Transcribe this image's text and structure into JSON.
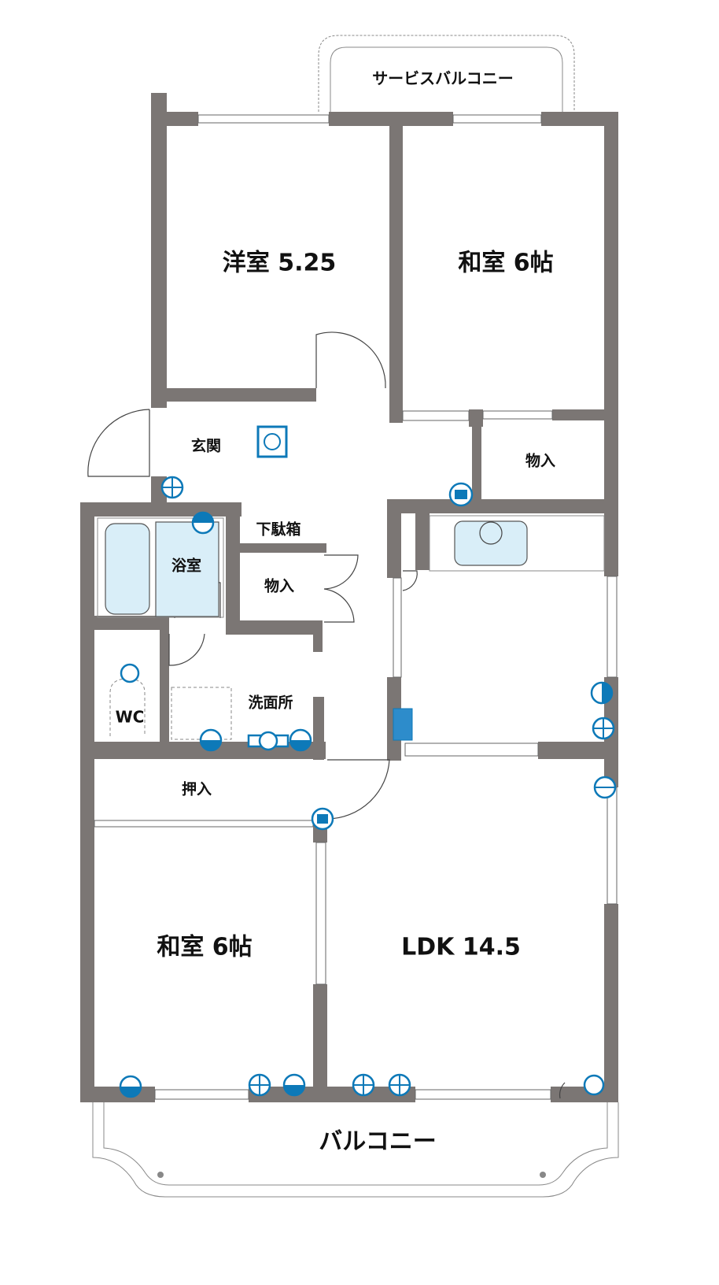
{
  "rooms": {
    "service_balcony": "サービスバルコニー",
    "western_room": "洋室 5.25",
    "japanese_room_north": "和室 6帖",
    "entrance": "玄関",
    "storage_north": "物入",
    "shoe_box": "下駄箱",
    "bathroom": "浴室",
    "storage_hall": "物入",
    "toilet": "WC",
    "washroom": "洗面所",
    "closet": "押入",
    "japanese_room_south": "和室 6帖",
    "ldk": "LDK 14.5",
    "balcony": "バルコニー"
  },
  "colors": {
    "wall": "#7b7674",
    "fixture": "#0d79b8",
    "water": "#d9eef8"
  }
}
